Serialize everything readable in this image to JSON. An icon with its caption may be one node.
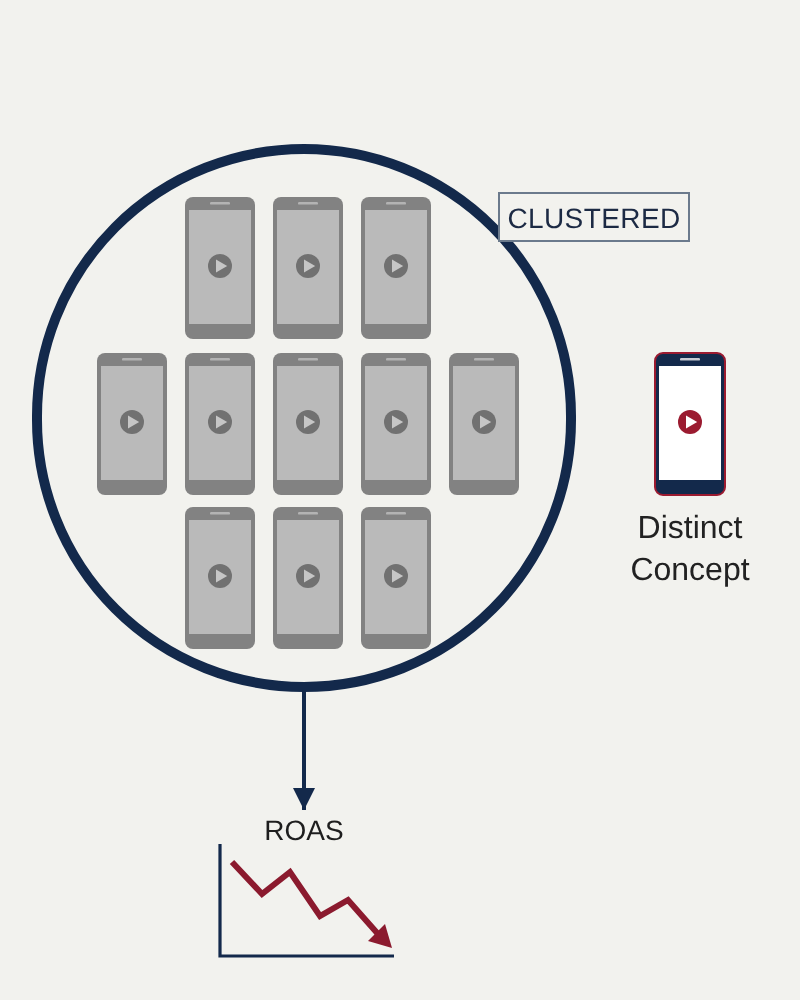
{
  "diagram": {
    "nodes": [
      {
        "text": [],
        "shape": "circle"
      },
      {
        "text": [
          "CLUSTERED"
        ]
      },
      {
        "text": [],
        "shape": "phone",
        "in": 0
      },
      {
        "text": [],
        "shape": "phone",
        "in": 0
      },
      {
        "text": [],
        "shape": "phone",
        "in": 0
      },
      {
        "text": [],
        "shape": "phone",
        "in": 0
      },
      {
        "text": [],
        "shape": "phone",
        "in": 0
      },
      {
        "text": [],
        "shape": "phone",
        "in": 0
      },
      {
        "text": [],
        "shape": "phone",
        "in": 0
      },
      {
        "text": [],
        "shape": "phone",
        "in": 0
      },
      {
        "text": [],
        "shape": "phone",
        "in": 0
      },
      {
        "text": [],
        "shape": "phone",
        "in": 0
      },
      {
        "text": [],
        "shape": "phone",
        "in": 0
      },
      {
        "text": [],
        "shape": "phone",
        "beside": [
          "Distinct Concept"
        ]
      },
      {
        "text": [
          "ROAS"
        ]
      }
    ],
    "edges": [
      {
        "from": 0,
        "to": 14,
        "arrow": "to"
      }
    ]
  }
}
